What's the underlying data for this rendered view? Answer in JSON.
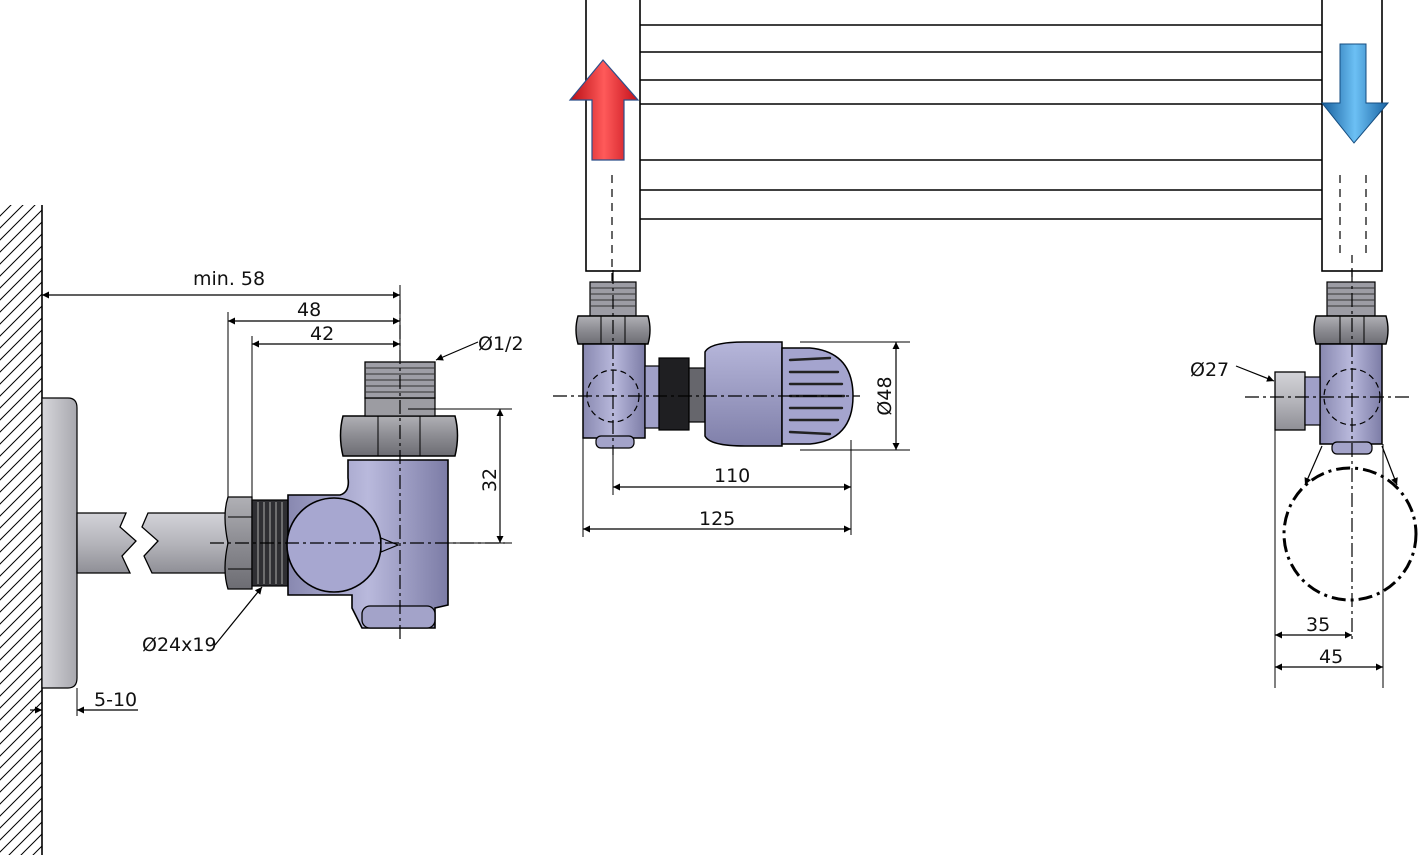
{
  "labels": {
    "min_58": "min. 58",
    "dim_48": "48",
    "dim_42": "42",
    "thread_size": "Ø1/2",
    "dim_32": "32",
    "pipe_size": "Ø24x19",
    "wall_gap": "5-10",
    "dim_110": "110",
    "dim_125": "125",
    "head_diameter": "Ø48",
    "cap_diameter": "Ø27",
    "dim_35": "35",
    "dim_45": "45"
  },
  "colors": {
    "flow_up_arrow": "#e0101a",
    "flow_down_arrow": "#1f78c0",
    "valve_body": "#a9a9cf",
    "pipe": "#b9b9bf",
    "wall_plate": "#c3c3c9",
    "metal_nut": "#8f8f95"
  },
  "icons": {
    "flow_in": "arrow-up-icon",
    "flow_out": "arrow-down-icon"
  }
}
